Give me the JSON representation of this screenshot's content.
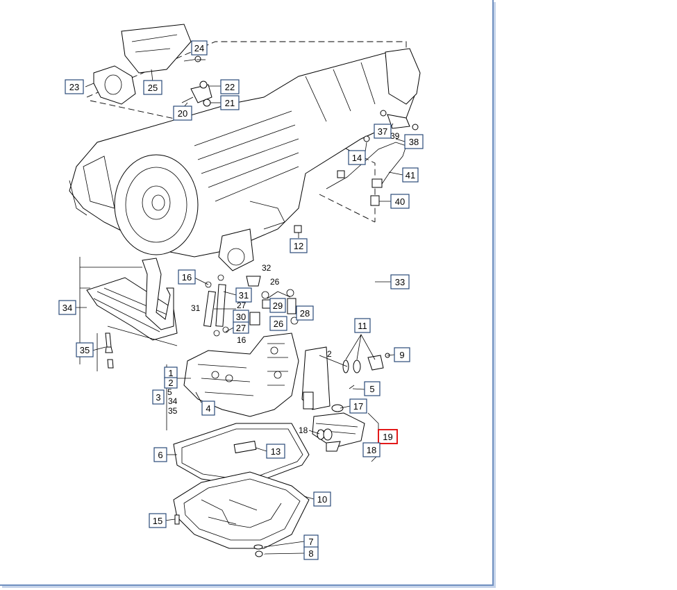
{
  "diagram": {
    "callouts": [
      {
        "id": "c24",
        "label": "24"
      },
      {
        "id": "c23",
        "label": "23"
      },
      {
        "id": "c25",
        "label": "25"
      },
      {
        "id": "c22",
        "label": "22"
      },
      {
        "id": "c21",
        "label": "21"
      },
      {
        "id": "c20",
        "label": "20"
      },
      {
        "id": "c37",
        "label": "37"
      },
      {
        "id": "c38",
        "label": "38"
      },
      {
        "id": "c14",
        "label": "14"
      },
      {
        "id": "c41",
        "label": "41"
      },
      {
        "id": "c40",
        "label": "40"
      },
      {
        "id": "c12",
        "label": "12"
      },
      {
        "id": "c33",
        "label": "33"
      },
      {
        "id": "c16a",
        "label": "16"
      },
      {
        "id": "c31",
        "label": "31"
      },
      {
        "id": "c29",
        "label": "29"
      },
      {
        "id": "c28",
        "label": "28"
      },
      {
        "id": "c30",
        "label": "30"
      },
      {
        "id": "c27b",
        "label": "27"
      },
      {
        "id": "c26b",
        "label": "26"
      },
      {
        "id": "c34",
        "label": "34"
      },
      {
        "id": "c35",
        "label": "35"
      },
      {
        "id": "c11",
        "label": "11"
      },
      {
        "id": "c9",
        "label": "9"
      },
      {
        "id": "c1",
        "label": "1"
      },
      {
        "id": "c2",
        "label": "2"
      },
      {
        "id": "c3",
        "label": "3"
      },
      {
        "id": "c4",
        "label": "4"
      },
      {
        "id": "c5",
        "label": "5"
      },
      {
        "id": "c17",
        "label": "17"
      },
      {
        "id": "c19",
        "label": "19",
        "highlight": true
      },
      {
        "id": "c18b",
        "label": "18"
      },
      {
        "id": "c6",
        "label": "6"
      },
      {
        "id": "c13",
        "label": "13"
      },
      {
        "id": "c10",
        "label": "10"
      },
      {
        "id": "c15",
        "label": "15"
      },
      {
        "id": "c7",
        "label": "7"
      },
      {
        "id": "c8",
        "label": "8"
      }
    ],
    "plain_labels": [
      {
        "id": "p32",
        "label": "32"
      },
      {
        "id": "p26",
        "label": "26"
      },
      {
        "id": "p27",
        "label": "27"
      },
      {
        "id": "p31",
        "label": "31"
      },
      {
        "id": "p16",
        "label": "16"
      },
      {
        "id": "p39",
        "label": "39"
      },
      {
        "id": "p2",
        "label": "2"
      },
      {
        "id": "p5",
        "label": "5"
      },
      {
        "id": "p34",
        "label": "34"
      },
      {
        "id": "p35",
        "label": "35"
      },
      {
        "id": "p18",
        "label": "18"
      }
    ]
  }
}
